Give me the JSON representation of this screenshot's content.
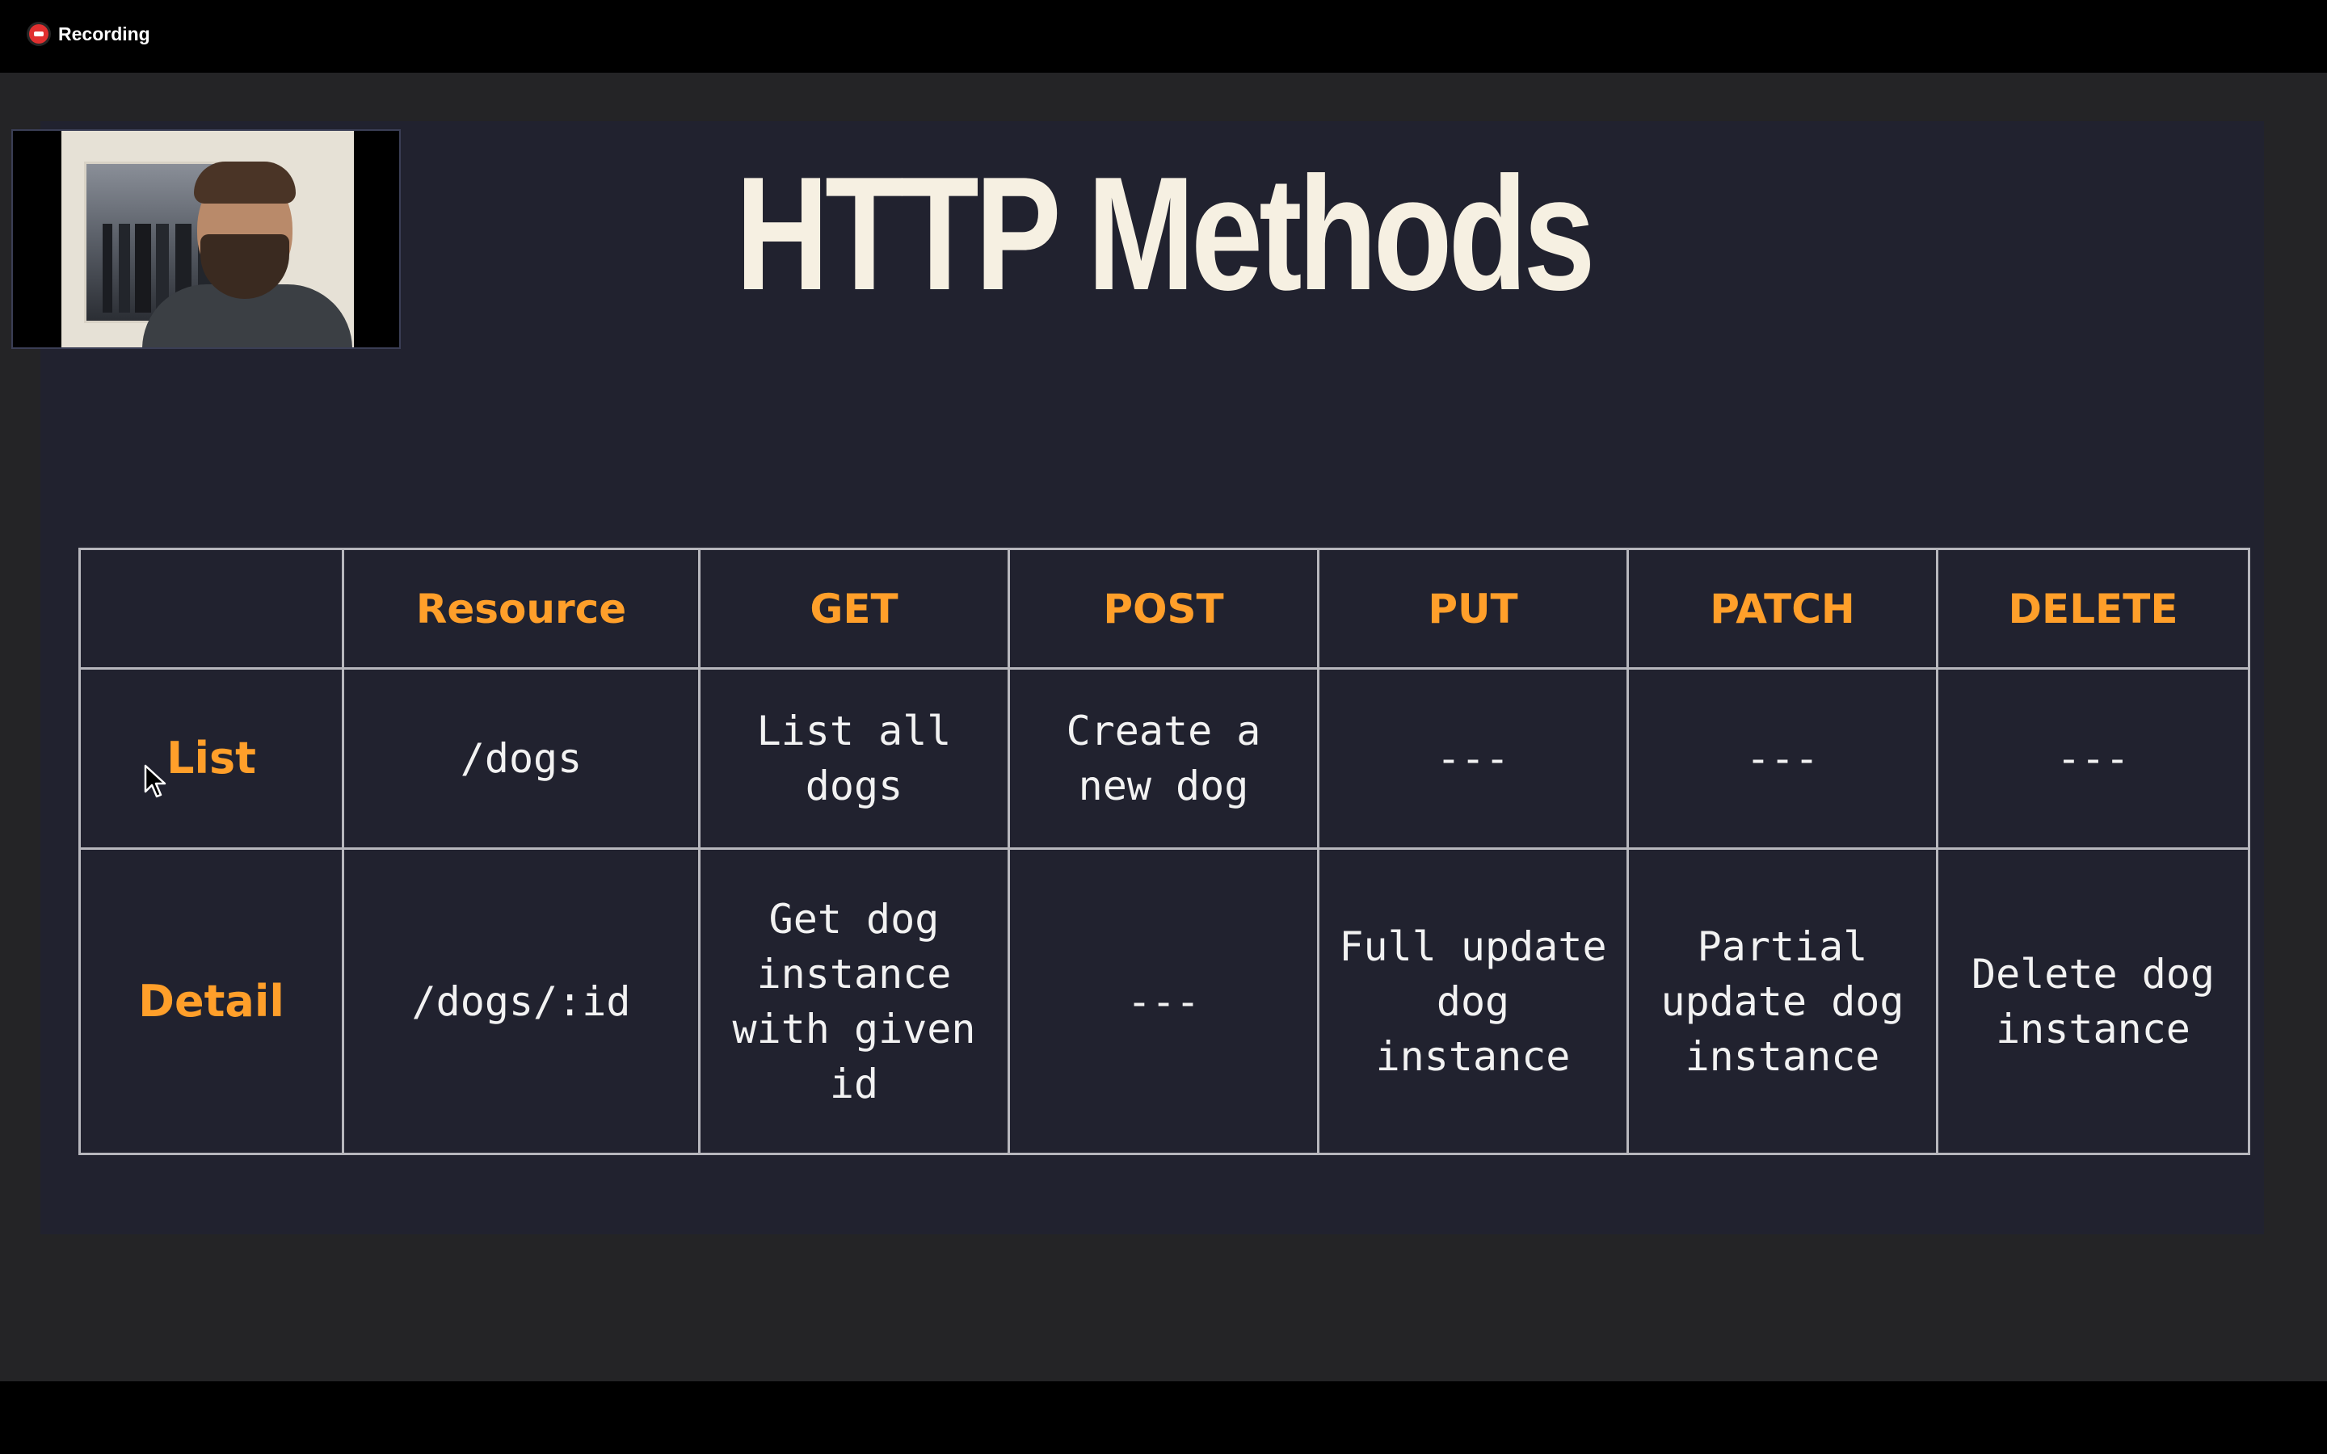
{
  "recording": {
    "label": "Recording"
  },
  "slide": {
    "title": "HTTP Methods",
    "table": {
      "columns": [
        "",
        "Resource",
        "GET",
        "POST",
        "PUT",
        "PATCH",
        "DELETE"
      ],
      "rows": [
        {
          "label": "List",
          "cells": [
            "/dogs",
            "List all dogs",
            "Create a new dog",
            "---",
            "---",
            "---"
          ]
        },
        {
          "label": "Detail",
          "cells": [
            "/dogs/:id",
            "Get dog instance with given id",
            "---",
            "Full update dog instance",
            "Partial update dog instance",
            "Delete dog instance"
          ]
        }
      ]
    }
  },
  "colors": {
    "slide_background": "#21222f",
    "title": "#f6f0e2",
    "header_accent": "#ff9f2a",
    "cell_text": "#f2f2f2",
    "grid_line": "#b7b7bd",
    "recording_dot": "#e03030"
  },
  "icons": {
    "recording": "recording-icon",
    "cursor": "mouse-pointer-icon"
  }
}
